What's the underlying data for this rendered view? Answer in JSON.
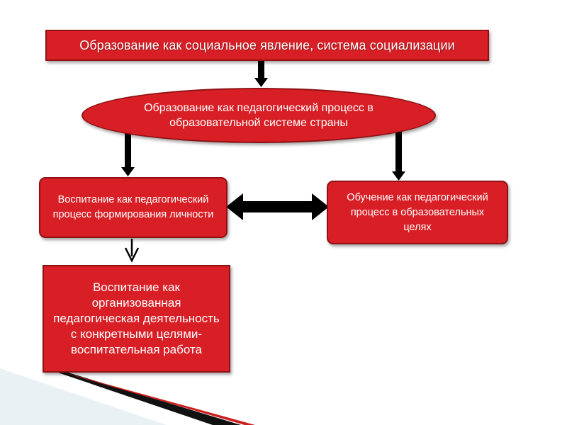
{
  "diagram": {
    "top_box": "Образование  как социальное явление, система социализации",
    "ellipse": "Образование как педагогический процесс в образовательной системе страны",
    "left_box": "Воспитание как педагогический процесс формирования личности",
    "right_box": "Обучение как педагогический процесс в образовательных целях",
    "bottom_box": "Воспитание как организованная педагогическая деятельность с конкретными целями- воспитательная работа"
  },
  "colors": {
    "node_fill": "#d91f26",
    "node_border": "#8f1114",
    "arrow": "#000000"
  }
}
